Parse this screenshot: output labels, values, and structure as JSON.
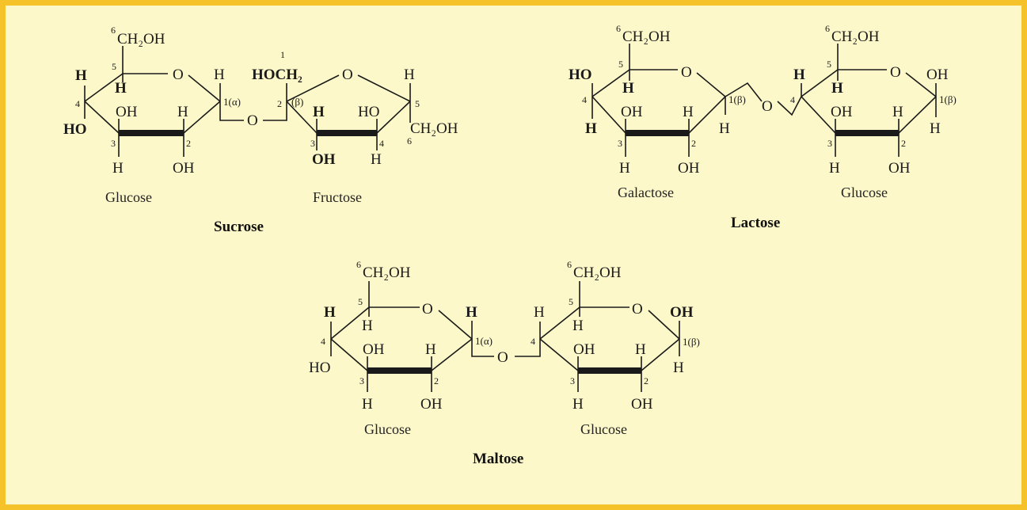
{
  "sucrose": {
    "title": "Sucrose",
    "glucose": {
      "name": "Glucose",
      "ch2oh": "CH₂OH",
      "six": "6",
      "ring_o": "O",
      "c5": "5",
      "c4": "4",
      "c3": "3",
      "c2": "2",
      "c1": "1(α)",
      "h_top_left": "H",
      "h_c5": "H",
      "h_right": "H",
      "ho_left": "HO",
      "oh_c3": "OH",
      "h_c2": "H",
      "h_c3_down": "H",
      "oh_c2_down": "OH"
    },
    "link_o": "O",
    "fructose": {
      "name": "Fructose",
      "one": "1",
      "hoch2": "HOCH₂",
      "ring_o": "O",
      "h_top": "H",
      "c2": "2",
      "c2_label": "(β)",
      "h_c3": "H",
      "ho_c4": "HO",
      "c5": "5",
      "ch2oh": "CH₂OH",
      "six": "6",
      "c3": "3",
      "c4": "4",
      "oh_c3_down": "OH",
      "h_c4_down": "H"
    }
  },
  "lactose": {
    "title": "Lactose",
    "galactose": {
      "name": "Galactose",
      "ch2oh": "CH₂OH",
      "six": "6",
      "ring_o": "O",
      "c5": "5",
      "c4": "4",
      "c3": "3",
      "c2": "2",
      "c1": "1(β)",
      "ho_top_left": "HO",
      "h_c5": "H",
      "h_c4": "H",
      "oh_c3": "OH",
      "h_c2": "H",
      "h_c1": "H",
      "h_c3_down": "H",
      "oh_c2_down": "OH"
    },
    "link_o": "O",
    "glucose": {
      "name": "Glucose",
      "ch2oh": "CH₂OH",
      "six": "6",
      "ring_o": "O",
      "c5": "5",
      "c4": "4",
      "c3": "3",
      "c2": "2",
      "c1": "1(β)",
      "h_top_left": "H",
      "h_c5": "H",
      "oh_c1": "OH",
      "oh_c3": "OH",
      "h_c2": "H",
      "h_c1": "H",
      "h_c3_down": "H",
      "oh_c2_down": "OH"
    }
  },
  "maltose": {
    "title": "Maltose",
    "glucose_a": {
      "name": "Glucose",
      "ch2oh": "CH₂OH",
      "six": "6",
      "ring_o": "O",
      "c5": "5",
      "c4": "4",
      "c3": "3",
      "c2": "2",
      "c1": "1(α)",
      "h_top_left": "H",
      "h_c5": "H",
      "h_right": "H",
      "ho_left": "HO",
      "oh_c3": "OH",
      "h_c2": "H",
      "h_c3_down": "H",
      "oh_c2_down": "OH"
    },
    "link_o": "O",
    "glucose_b": {
      "name": "Glucose",
      "ch2oh": "CH₂OH",
      "six": "6",
      "ring_o": "O",
      "c5": "5",
      "c4": "4",
      "c3": "3",
      "c2": "2",
      "c1": "1(β)",
      "h_top_left": "H",
      "h_c5": "H",
      "oh_c1": "OH",
      "oh_c3": "OH",
      "h_c2": "H",
      "h_c1": "H",
      "h_c3_down": "H",
      "oh_c2_down": "OH"
    }
  }
}
